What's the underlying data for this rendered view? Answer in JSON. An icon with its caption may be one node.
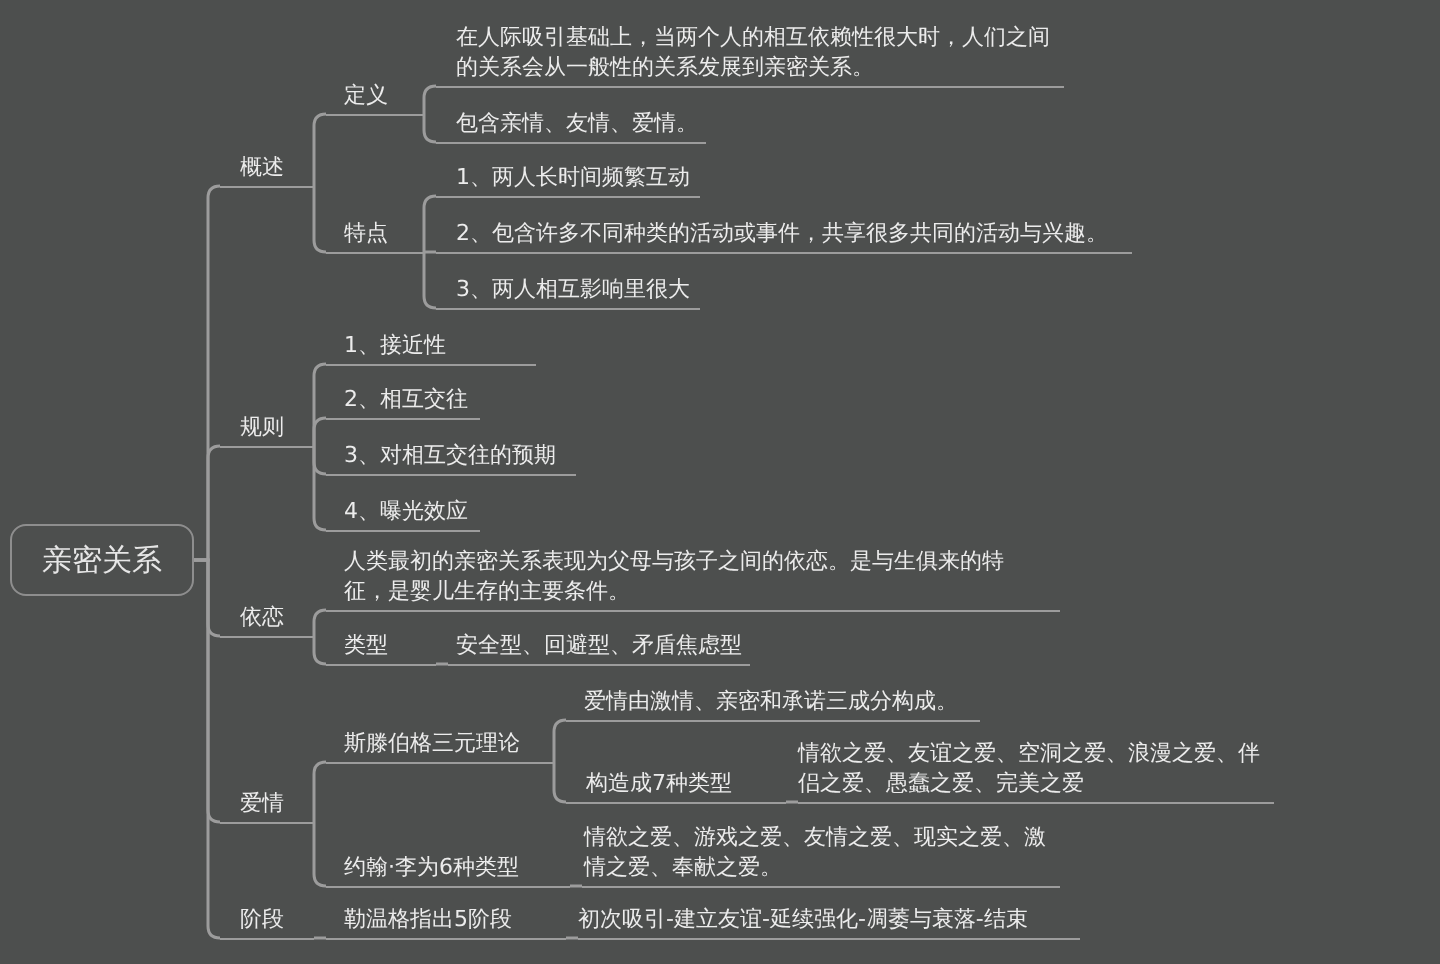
{
  "diagram": {
    "nodes": [
      {
        "text": [
          "亲密关系"
        ]
      },
      {
        "text": [
          "概述"
        ]
      },
      {
        "text": [
          "定义"
        ]
      },
      {
        "text": [
          "在人际吸引基础上，当两个人的相互依赖性很大时，人们之间的关系会从一般性的关系发展到亲密关系。"
        ]
      },
      {
        "text": [
          "包含亲情、友情、爱情。"
        ]
      },
      {
        "text": [
          "特点"
        ]
      },
      {
        "text": [
          "1、两人长时间频繁互动"
        ]
      },
      {
        "text": [
          "2、包含许多不同种类的活动或事件，共享很多共同的活动与兴趣。"
        ]
      },
      {
        "text": [
          "3、两人相互影响里很大"
        ]
      },
      {
        "text": [
          "规则"
        ]
      },
      {
        "text": [
          "1、接近性"
        ]
      },
      {
        "text": [
          "2、相互交往"
        ]
      },
      {
        "text": [
          "3、对相互交往的预期"
        ]
      },
      {
        "text": [
          "4、曝光效应"
        ]
      },
      {
        "text": [
          "依恋"
        ]
      },
      {
        "text": [
          "人类最初的亲密关系表现为父母与孩子之间的依恋。是与生俱来的特征，是婴儿生存的主要条件。"
        ]
      },
      {
        "text": [
          "类型"
        ]
      },
      {
        "text": [
          "安全型、回避型、矛盾焦虑型"
        ]
      },
      {
        "text": [
          "爱情"
        ]
      },
      {
        "text": [
          "斯滕伯格三元理论"
        ]
      },
      {
        "text": [
          "爱情由激情、亲密和承诺三成分构成。"
        ]
      },
      {
        "text": [
          "构造成7种类型"
        ]
      },
      {
        "text": [
          "情欲之爱、友谊之爱、空洞之爱、浪漫之爱、伴侣之爱、愚蠢之爱、完美之爱"
        ]
      },
      {
        "text": [
          "约翰·李为6种类型"
        ]
      },
      {
        "text": [
          "情欲之爱、游戏之爱、友情之爱、现实之爱、激情之爱、奉献之爱。"
        ]
      },
      {
        "text": [
          "阶段"
        ]
      },
      {
        "text": [
          "勒温格指出5阶段"
        ]
      },
      {
        "text": [
          "初次吸引-建立友谊-延续强化-凋萎与衰落-结束"
        ]
      }
    ],
    "edges": [
      {
        "from": 0,
        "to": 1,
        "arrow": "none"
      },
      {
        "from": 1,
        "to": 2,
        "arrow": "none"
      },
      {
        "from": 2,
        "to": 3,
        "arrow": "none"
      },
      {
        "from": 2,
        "to": 4,
        "arrow": "none"
      },
      {
        "from": 1,
        "to": 5,
        "arrow": "none"
      },
      {
        "from": 5,
        "to": 6,
        "arrow": "none"
      },
      {
        "from": 5,
        "to": 7,
        "arrow": "none"
      },
      {
        "from": 5,
        "to": 8,
        "arrow": "none"
      },
      {
        "from": 0,
        "to": 9,
        "arrow": "none"
      },
      {
        "from": 9,
        "to": 10,
        "arrow": "none"
      },
      {
        "from": 9,
        "to": 11,
        "arrow": "none"
      },
      {
        "from": 9,
        "to": 12,
        "arrow": "none"
      },
      {
        "from": 9,
        "to": 13,
        "arrow": "none"
      },
      {
        "from": 0,
        "to": 14,
        "arrow": "none"
      },
      {
        "from": 14,
        "to": 15,
        "arrow": "none"
      },
      {
        "from": 14,
        "to": 16,
        "arrow": "none"
      },
      {
        "from": 16,
        "to": 17,
        "arrow": "none"
      },
      {
        "from": 0,
        "to": 18,
        "arrow": "none"
      },
      {
        "from": 18,
        "to": 19,
        "arrow": "none"
      },
      {
        "from": 19,
        "to": 20,
        "arrow": "none"
      },
      {
        "from": 19,
        "to": 21,
        "arrow": "none"
      },
      {
        "from": 21,
        "to": 22,
        "arrow": "none"
      },
      {
        "from": 18,
        "to": 23,
        "arrow": "none"
      },
      {
        "from": 23,
        "to": 24,
        "arrow": "none"
      },
      {
        "from": 0,
        "to": 25,
        "arrow": "none"
      },
      {
        "from": 25,
        "to": 26,
        "arrow": "none"
      },
      {
        "from": 26,
        "to": 27,
        "arrow": "none"
      }
    ]
  }
}
